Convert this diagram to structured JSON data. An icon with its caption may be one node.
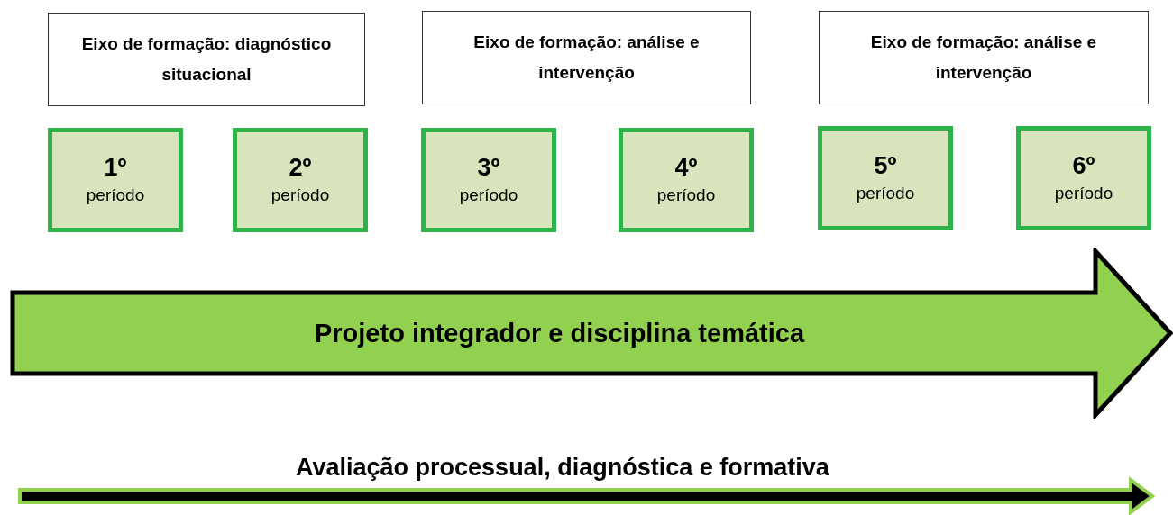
{
  "diagram": {
    "nodes": [
      {
        "text": [
          "Eixo de formação: diagnóstico situacional"
        ]
      },
      {
        "text": [
          "Eixo de formação: análise e intervenção"
        ]
      },
      {
        "text": [
          "Eixo de formação: análise e intervenção"
        ]
      },
      {
        "text": [
          "1º",
          "período"
        ]
      },
      {
        "text": [
          "2º",
          "período"
        ]
      },
      {
        "text": [
          "3º",
          "período"
        ]
      },
      {
        "text": [
          "4º",
          "período"
        ]
      },
      {
        "text": [
          "5º",
          "período"
        ]
      },
      {
        "text": [
          "6º",
          "período"
        ]
      },
      {
        "text": [
          "Projeto integrador e disciplina temática"
        ]
      }
    ],
    "labels": [
      "Avaliação processual, diagnóstica e formativa"
    ]
  }
}
